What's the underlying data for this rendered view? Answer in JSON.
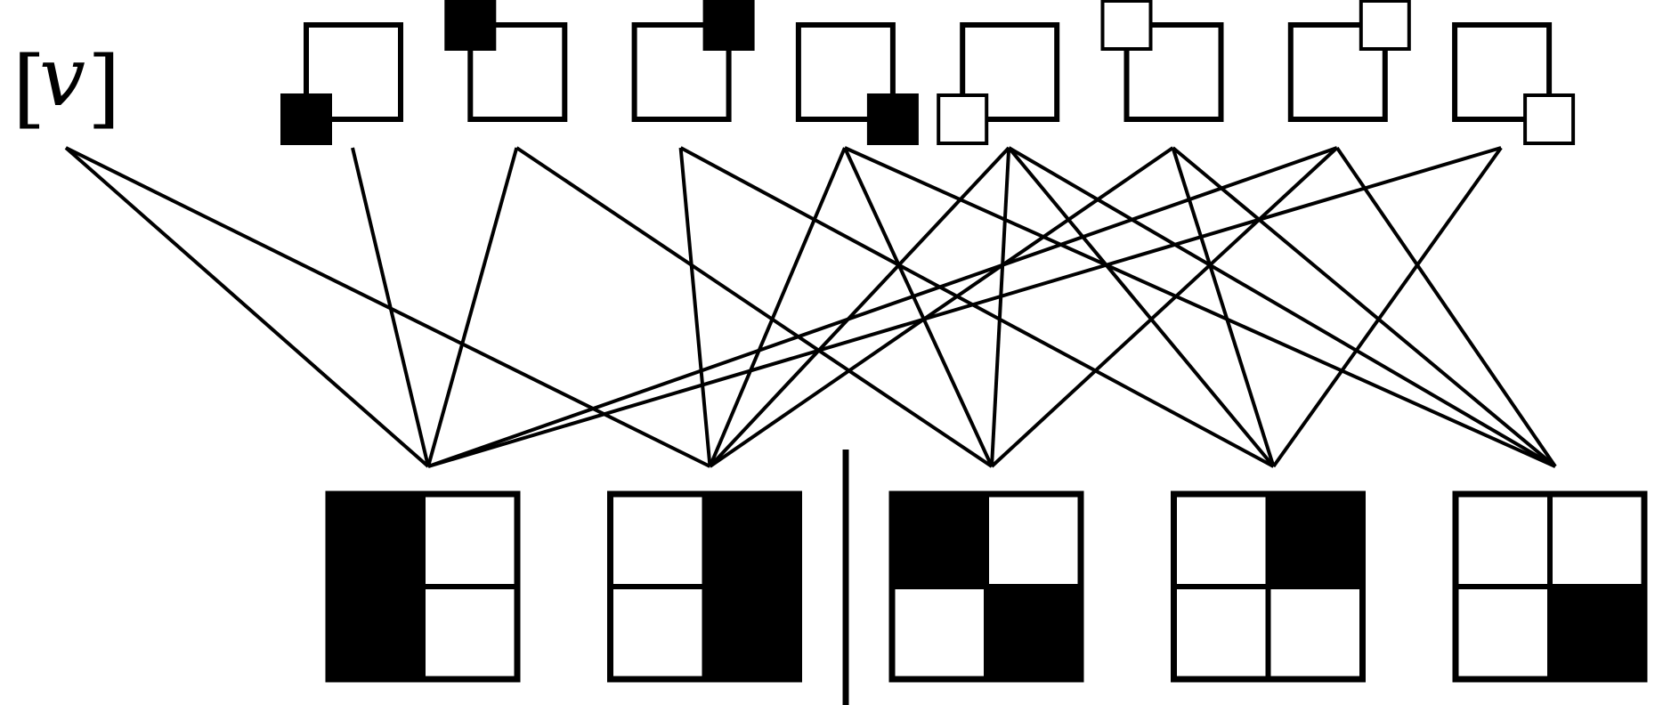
{
  "label": {
    "variable": "v"
  },
  "colors": {
    "ink": "#000000",
    "paper": "#ffffff"
  },
  "top_motifs": [
    {
      "id": "m1",
      "marker_corner": "bottom-left",
      "marker_fill": "black"
    },
    {
      "id": "m2",
      "marker_corner": "top-left",
      "marker_fill": "black"
    },
    {
      "id": "m3",
      "marker_corner": "top-right",
      "marker_fill": "black"
    },
    {
      "id": "m4",
      "marker_corner": "bottom-right",
      "marker_fill": "black"
    },
    {
      "id": "m5",
      "marker_corner": "bottom-left",
      "marker_fill": "white"
    },
    {
      "id": "m6",
      "marker_corner": "top-left",
      "marker_fill": "white"
    },
    {
      "id": "m7",
      "marker_corner": "top-right",
      "marker_fill": "white"
    },
    {
      "id": "m8",
      "marker_corner": "bottom-right",
      "marker_fill": "white"
    }
  ],
  "bottom_blocks": [
    {
      "id": "b1",
      "cells": {
        "top-left": "black",
        "top-right": "white",
        "bottom-left": "black",
        "bottom-right": "white"
      }
    },
    {
      "id": "b2",
      "cells": {
        "top-left": "white",
        "top-right": "black",
        "bottom-left": "white",
        "bottom-right": "black"
      }
    },
    {
      "id": "b3",
      "cells": {
        "top-left": "black",
        "top-right": "white",
        "bottom-left": "white",
        "bottom-right": "black"
      }
    },
    {
      "id": "b4",
      "cells": {
        "top-left": "white",
        "top-right": "black",
        "bottom-left": "white",
        "bottom-right": "white"
      }
    },
    {
      "id": "b5",
      "cells": {
        "top-left": "white",
        "top-right": "white",
        "bottom-left": "white",
        "bottom-right": "black"
      }
    }
  ],
  "edges": [
    [
      "v",
      "b1"
    ],
    [
      "v",
      "b2"
    ],
    [
      "m1",
      "b1"
    ],
    [
      "m2",
      "b1"
    ],
    [
      "m2",
      "b3"
    ],
    [
      "m3",
      "b2"
    ],
    [
      "m3",
      "b4"
    ],
    [
      "m4",
      "b2"
    ],
    [
      "m4",
      "b3"
    ],
    [
      "m4",
      "b5"
    ],
    [
      "m5",
      "b2"
    ],
    [
      "m5",
      "b3"
    ],
    [
      "m5",
      "b4"
    ],
    [
      "m5",
      "b5"
    ],
    [
      "m6",
      "b2"
    ],
    [
      "m6",
      "b4"
    ],
    [
      "m6",
      "b5"
    ],
    [
      "m7",
      "b1"
    ],
    [
      "m7",
      "b3"
    ],
    [
      "m7",
      "b5"
    ],
    [
      "m8",
      "b1"
    ],
    [
      "m8",
      "b4"
    ]
  ]
}
